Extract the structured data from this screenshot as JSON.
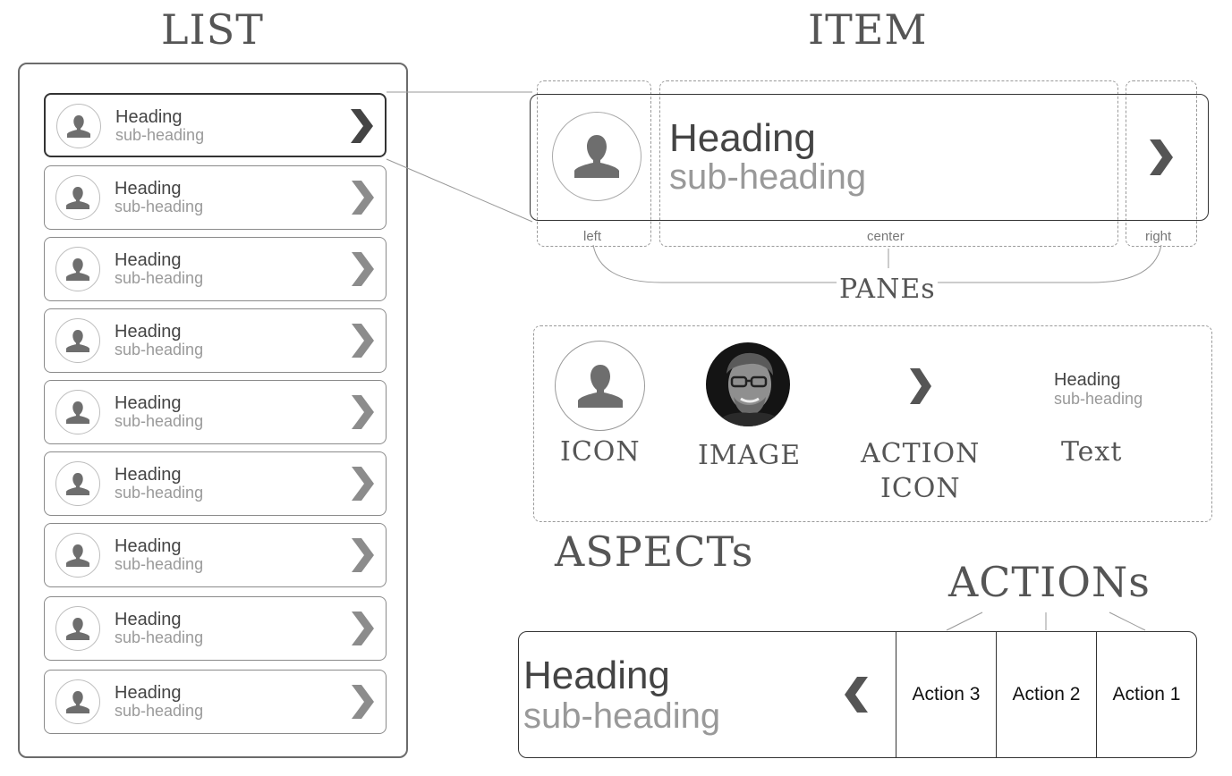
{
  "titles": {
    "list": "LIST",
    "item": "ITEM",
    "panes": "PANEs",
    "aspects": "ASPECTs",
    "actions": "ACTIONs"
  },
  "list": {
    "items": [
      {
        "heading": "Heading",
        "subheading": "sub-heading",
        "selected": true
      },
      {
        "heading": "Heading",
        "subheading": "sub-heading",
        "selected": false
      },
      {
        "heading": "Heading",
        "subheading": "sub-heading",
        "selected": false
      },
      {
        "heading": "Heading",
        "subheading": "sub-heading",
        "selected": false
      },
      {
        "heading": "Heading",
        "subheading": "sub-heading",
        "selected": false
      },
      {
        "heading": "Heading",
        "subheading": "sub-heading",
        "selected": false
      },
      {
        "heading": "Heading",
        "subheading": "sub-heading",
        "selected": false
      },
      {
        "heading": "Heading",
        "subheading": "sub-heading",
        "selected": false
      },
      {
        "heading": "Heading",
        "subheading": "sub-heading",
        "selected": false
      }
    ]
  },
  "item": {
    "heading": "Heading",
    "subheading": "sub-heading",
    "panes": {
      "left": "left",
      "center": "center",
      "right": "right"
    }
  },
  "aspects": {
    "icon_label": "ICON",
    "image_label": "IMAGE",
    "action_icon_label_line1": "ACTION",
    "action_icon_label_line2": "ICON",
    "text_label": "Text",
    "text_heading": "Heading",
    "text_subheading": "sub-heading"
  },
  "actions_item": {
    "heading": "Heading",
    "subheading": "sub-heading",
    "actions": [
      "Action 3",
      "Action 2",
      "Action 1"
    ]
  },
  "colors": {
    "icon_gray": "#6e6e6e",
    "chevron_dark": "#444444",
    "chevron_light": "#8c8c8c"
  },
  "icons": {
    "avatar": "person-silhouette-icon",
    "chevron_right": "chevron-right-icon",
    "chevron_left": "chevron-left-icon"
  }
}
